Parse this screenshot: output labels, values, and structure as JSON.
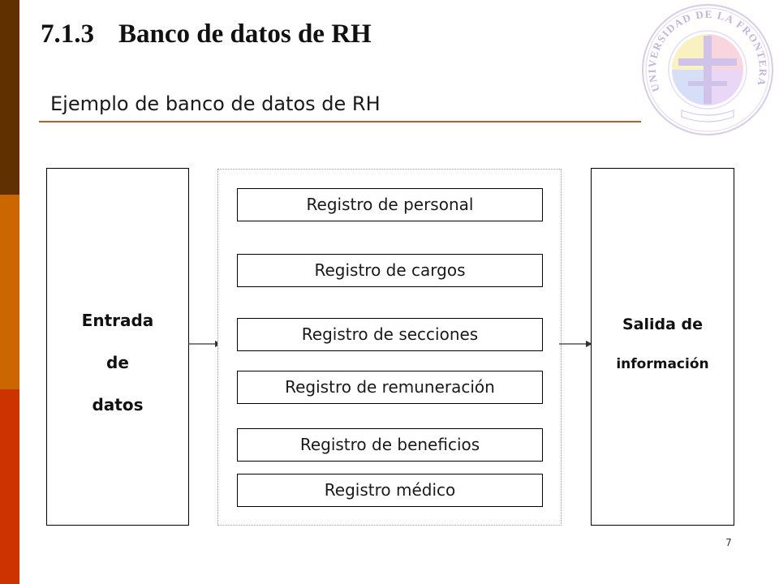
{
  "slide": {
    "title_number": "7.1.3",
    "title_text": "Banco de datos de RH",
    "subtitle": "Ejemplo de banco de datos de RH",
    "page_number": "7"
  },
  "logo": {
    "name": "UNIVERSIDAD DE LA FRONTERA"
  },
  "diagram": {
    "input": {
      "lines": [
        "Entrada",
        "de",
        "datos"
      ]
    },
    "registries": [
      "Registro de personal",
      "Registro de cargos",
      "Registro de secciones",
      "Registro de remuneración",
      "Registro de beneficios",
      "Registro médico"
    ],
    "output": {
      "line1": "Salida de",
      "line2": "información"
    }
  },
  "colors": {
    "stripe_top": "#603000",
    "stripe_mid": "#cc6600",
    "stripe_bottom": "#cc3300",
    "rule": "#b5602a",
    "seal": "#b9a6dc"
  }
}
